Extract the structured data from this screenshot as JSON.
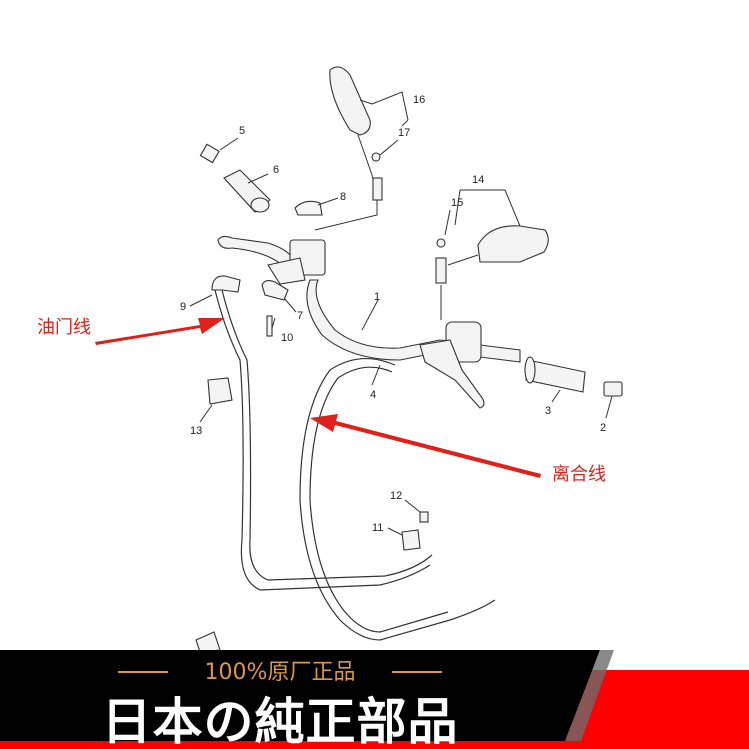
{
  "diagram": {
    "part_numbers": [
      "1",
      "2",
      "3",
      "4",
      "5",
      "6",
      "7",
      "8",
      "9",
      "10",
      "11",
      "12",
      "13",
      "14",
      "15",
      "16",
      "17"
    ],
    "annotations": {
      "throttle_cable": "油门线",
      "clutch_cable": "离合线"
    },
    "arrow_color": "#e0201a"
  },
  "banner": {
    "subtitle": "100%原厂正品",
    "title": "日本の純正部品",
    "colors": {
      "black": "#000000",
      "red": "#ff0000",
      "gold": "#d99a3c"
    }
  }
}
